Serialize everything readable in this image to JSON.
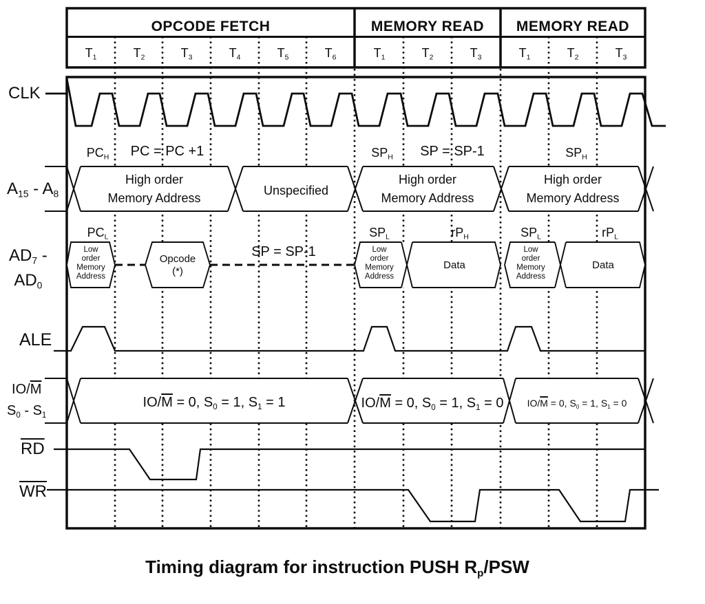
{
  "header": {
    "cycle1": "OPCODE FETCH",
    "cycle2": "MEMORY READ",
    "cycle3": "MEMORY READ",
    "t": [
      "T_{1}",
      "T_{2}",
      "T_{3}",
      "T_{4}",
      "T_{5}",
      "T_{6}",
      "T_{1}",
      "T_{2}",
      "T_{3}",
      "T_{1}",
      "T_{2}",
      "T_{3}"
    ]
  },
  "signals": {
    "clk": "CLK",
    "a15_a8": "A_{15} - A_{8}",
    "ad7_ad0": "AD_{7} -\nAD_{0}",
    "ale": "ALE",
    "iom": "IO/~M~\nS_{0} - S_{1}",
    "rd": "~RD~",
    "wr": "~WR~"
  },
  "annotations": {
    "pch": "PC_{H}",
    "pc_inc": "PC = PC +1",
    "sph1": "SP_{H}",
    "sp_dec": "SP = SP-1",
    "sph2": "SP_{H}",
    "pcl": "PC_{L}",
    "spl1": "SP_{L}",
    "rph": "rP_{H}",
    "spl2": "SP_{L}",
    "rpl": "rP_{L}",
    "sp_dec_ad": "SP = SP-1"
  },
  "bus_a15a8": {
    "seg1": "High order\nMemory Address",
    "seg2": "Unspecified",
    "seg3": "High order\nMemory Address",
    "seg4": "High order\nMemory Address"
  },
  "bus_ad": {
    "low1": "Low\norder\nMemory\nAddress",
    "opcode": "Opcode\n(*)",
    "low2": "Low\norder\nMemory\nAddress",
    "data1": "Data",
    "low3": "Low\norder\nMemory\nAddress",
    "data2": "Data"
  },
  "bus_iom": {
    "seg1": "IO/~M~ = 0, S_{0} = 1, S_{1} = 1",
    "seg2": "IO/~M~ = 0, S_{0} = 1, S_{1} = 0",
    "seg3": "IO/~M~ = 0, S_{0} = 1, S_{1} = 0"
  },
  "caption": "Timing diagram for instruction PUSH R_{p}/PSW",
  "colors": {
    "ink": "#0d0d0d",
    "background": "#ffffff"
  }
}
